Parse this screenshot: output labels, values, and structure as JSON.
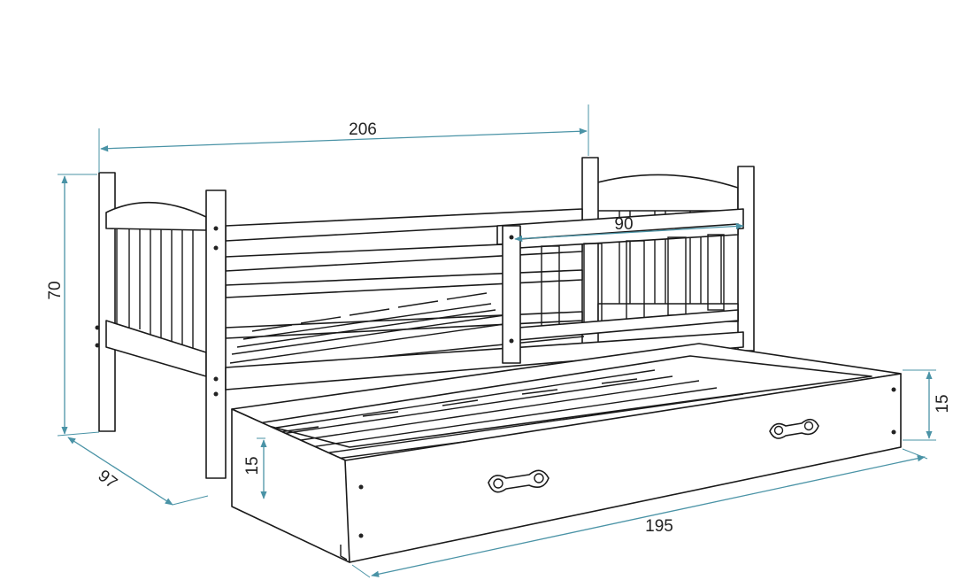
{
  "title": "Bed with trundle drawer – dimension drawing",
  "dimensions": {
    "length": "206",
    "guard_rail": "90",
    "height": "70",
    "depth": "97",
    "drawer_height_left": "15",
    "drawer_height_right": "15",
    "drawer_length": "195"
  },
  "colors": {
    "outline": "#1a1a1a",
    "dimension_line": "#4a93a6",
    "background": "#ffffff"
  }
}
